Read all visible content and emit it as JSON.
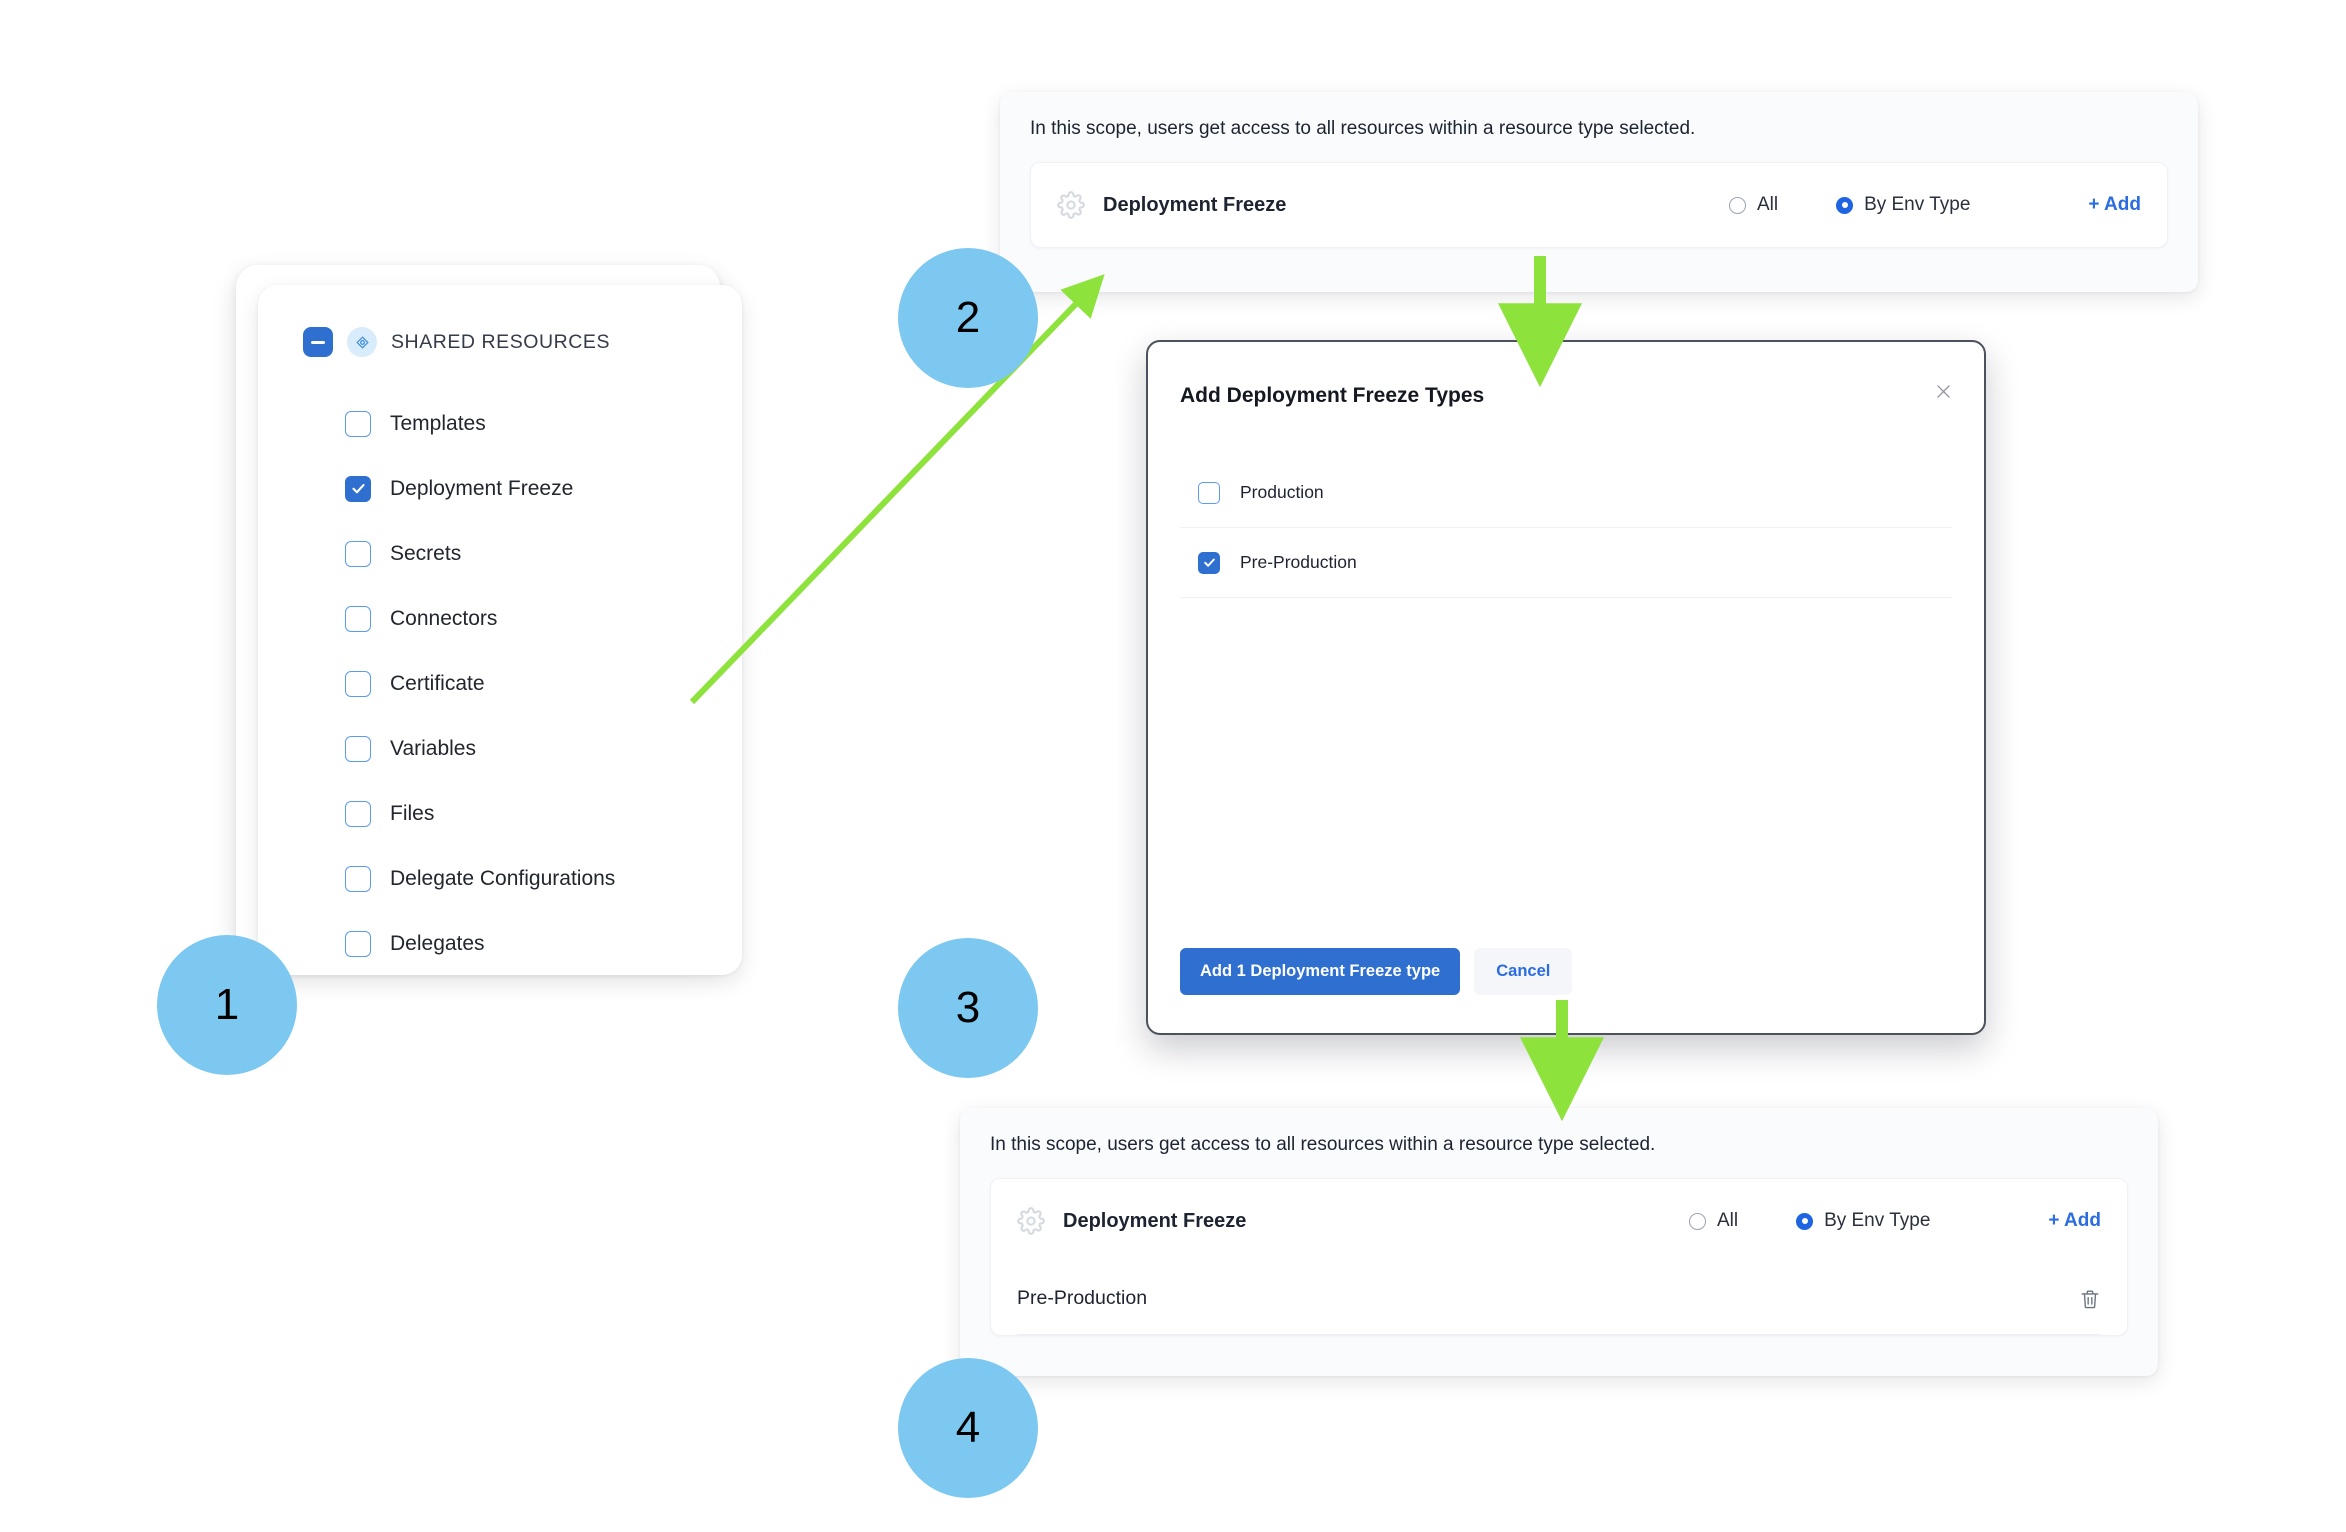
{
  "accent": {
    "blue": "#2f6fd0",
    "link_blue": "#2b6ce0",
    "circle_blue": "#7dc8f0",
    "arrow_green": "#8ee23c",
    "panel_bg": "#f9fbfd",
    "modal_border": "#4c525c"
  },
  "step1": {
    "tree_title": "SHARED RESOURCES",
    "collapse_icon": "minus-square-icon",
    "resource_icon": "shared-resources-icon",
    "items": [
      {
        "label": "Templates",
        "checked": false
      },
      {
        "label": "Deployment Freeze",
        "checked": true
      },
      {
        "label": "Secrets",
        "checked": false
      },
      {
        "label": "Connectors",
        "checked": false
      },
      {
        "label": "Certificate",
        "checked": false
      },
      {
        "label": "Variables",
        "checked": false
      },
      {
        "label": "Files",
        "checked": false
      },
      {
        "label": "Delegate Configurations",
        "checked": false
      },
      {
        "label": "Delegates",
        "checked": false
      }
    ]
  },
  "step2": {
    "note": "In this scope, users get access to all resources within a resource type selected.",
    "resource_name": "Deployment Freeze",
    "gear_icon": "gear-icon",
    "radios": [
      {
        "label": "All",
        "selected": false
      },
      {
        "label": "By Env Type",
        "selected": true
      }
    ],
    "add_label": "+ Add"
  },
  "step3": {
    "title": "Add Deployment Freeze Types",
    "close_icon": "close-icon",
    "options": [
      {
        "label": "Production",
        "checked": false
      },
      {
        "label": "Pre-Production",
        "checked": true
      }
    ],
    "primary_button": "Add 1 Deployment Freeze type",
    "cancel_button": "Cancel"
  },
  "step4": {
    "note": "In this scope, users get access to all resources within a resource type selected.",
    "resource_name": "Deployment Freeze",
    "gear_icon": "gear-icon",
    "radios": [
      {
        "label": "All",
        "selected": false
      },
      {
        "label": "By Env Type",
        "selected": true
      }
    ],
    "add_label": "+ Add",
    "selected_rows": [
      {
        "label": "Pre-Production",
        "delete_icon": "trash-icon"
      }
    ]
  },
  "annotations": {
    "steps": [
      {
        "number": "1"
      },
      {
        "number": "2"
      },
      {
        "number": "3"
      },
      {
        "number": "4"
      }
    ]
  }
}
